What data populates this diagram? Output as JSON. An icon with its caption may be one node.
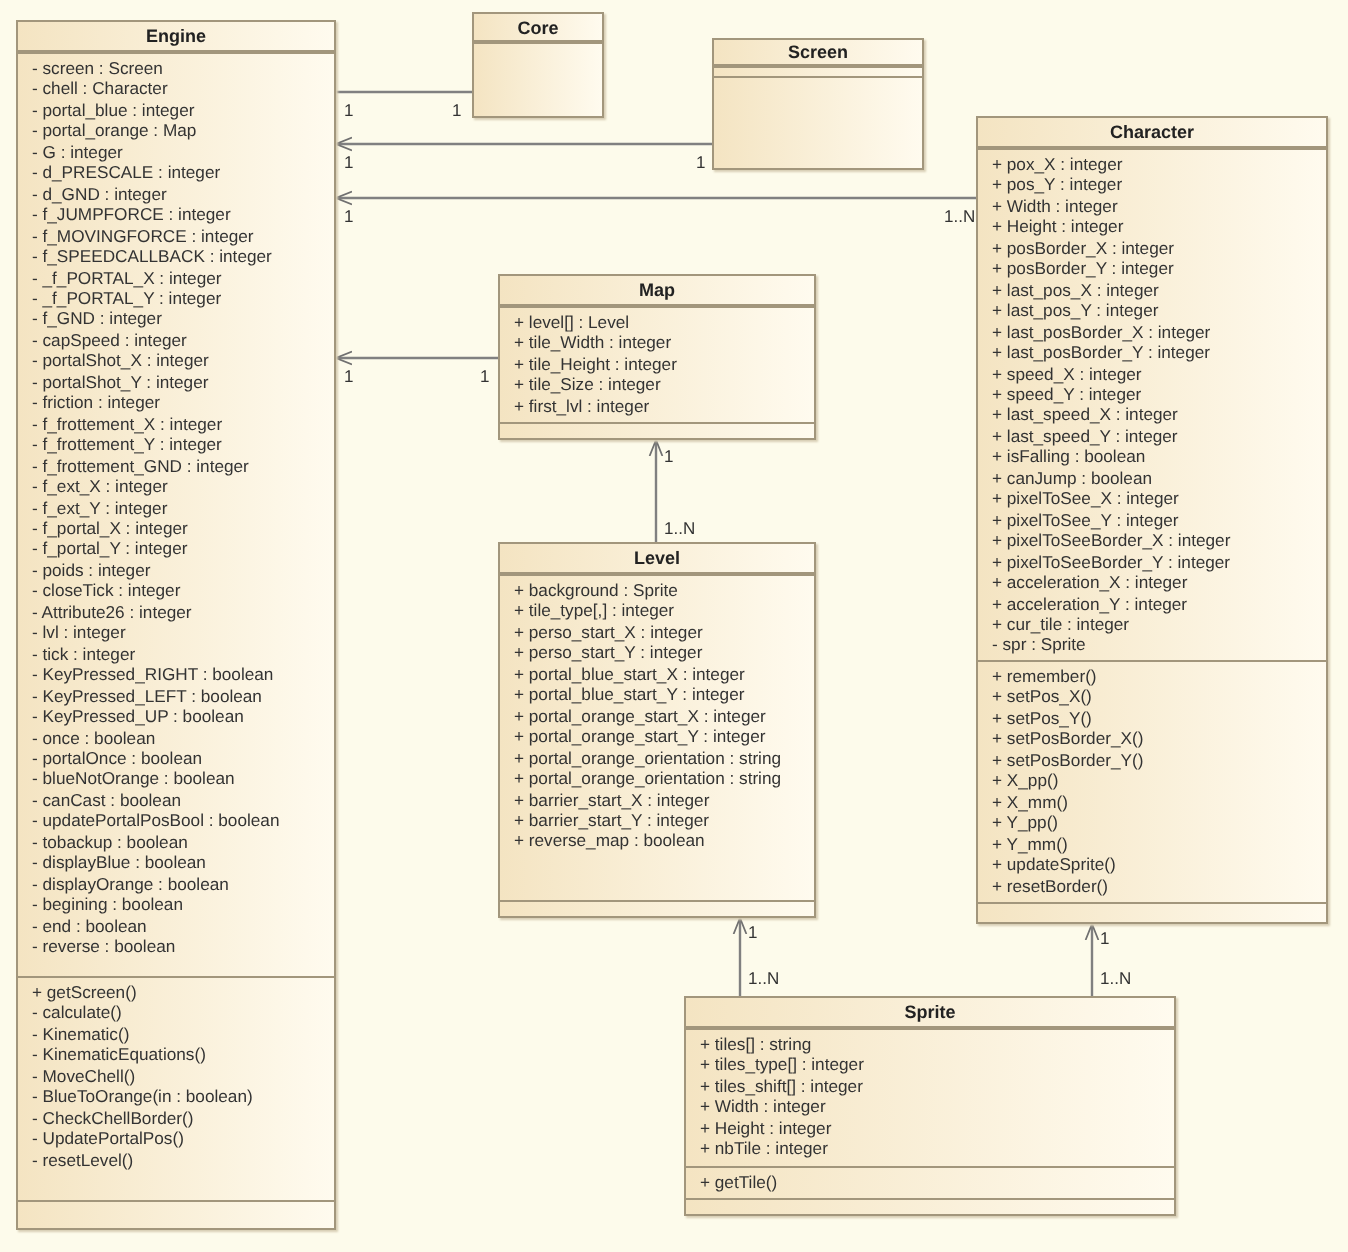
{
  "diagram": {
    "nodes": [
      {
        "text": [
          "Engine"
        ]
      },
      {
        "text": [
          "- screen : Screen",
          "- chell : Character",
          "- portal_blue : integer",
          "- portal_orange : Map",
          "- G : integer",
          "- d_PRESCALE : integer",
          "- d_GND : integer",
          "- f_JUMPFORCE : integer",
          "- f_MOVINGFORCE : integer",
          "- f_SPEEDCALLBACK : integer",
          "- _f_PORTAL_X : integer",
          "- _f_PORTAL_Y : integer",
          "- f_GND : integer",
          "- capSpeed : integer",
          "- portalShot_X : integer",
          "- portalShot_Y : integer",
          "- friction : integer",
          "- f_frottement_X : integer",
          "- f_frottement_Y : integer",
          "- f_frottement_GND : integer",
          "- f_ext_X : integer",
          "- f_ext_Y : integer",
          "- f_portal_X : integer",
          "- f_portal_Y : integer",
          "- poids : integer",
          "- closeTick : integer",
          "- Attribute26 : integer",
          "- lvl : integer",
          "- tick : integer",
          "- KeyPressed_RIGHT : boolean",
          "- KeyPressed_LEFT : boolean",
          "- KeyPressed_UP : boolean",
          "- once : boolean",
          "- portalOnce : boolean",
          "- blueNotOrange : boolean",
          "- canCast : boolean",
          "- updatePortalPosBool : boolean",
          "- tobackup : boolean",
          "- displayBlue : boolean",
          "- displayOrange : boolean",
          "- begining : boolean",
          "- end : boolean",
          "- reverse : boolean"
        ],
        "in": 0
      },
      {
        "text": [
          "+ getScreen()",
          "- calculate()",
          "- Kinematic()",
          "- KinematicEquations()",
          "- MoveChell()",
          "- BlueToOrange(in : boolean)",
          "- CheckChellBorder()",
          "- UpdatePortalPos()",
          "- resetLevel()"
        ],
        "in": 0
      },
      {
        "text": [],
        "shape": "box",
        "in": 0
      },
      {
        "text": [
          "Core"
        ]
      },
      {
        "text": [],
        "shape": "box",
        "in": 4
      },
      {
        "text": [
          "Screen"
        ]
      },
      {
        "text": [],
        "shape": "box",
        "in": 6
      },
      {
        "text": [],
        "shape": "box",
        "in": 6
      },
      {
        "text": [
          "Character"
        ]
      },
      {
        "text": [
          "+ pox_X : integer",
          "+ pos_Y : integer",
          "+ Width : integer",
          "+ Height : integer",
          "+ posBorder_X : integer",
          "+ posBorder_Y : integer",
          "+ last_pos_X : integer",
          "+ last_pos_Y : integer",
          "+ last_posBorder_X : integer",
          "+ last_posBorder_Y : integer",
          "+ speed_X : integer",
          "+ speed_Y : integer",
          "+ last_speed_X : integer",
          "+ last_speed_Y : integer",
          "+ isFalling : boolean",
          "+ canJump : boolean",
          "+ pixelToSee_X : integer",
          "+ pixelToSee_Y : integer",
          "+ pixelToSeeBorder_X : integer",
          "+ pixelToSeeBorder_Y : integer",
          "+ acceleration_X : integer",
          "+ acceleration_Y : integer",
          "+ cur_tile : integer",
          "- spr : Sprite"
        ],
        "in": 9
      },
      {
        "text": [
          "+ remember()",
          "+ setPos_X()",
          "+ setPos_Y()",
          "+ setPosBorder_X()",
          "+ setPosBorder_Y()",
          "+ X_pp()",
          "+ X_mm()",
          "+ Y_pp()",
          "+ Y_mm()",
          "+ updateSprite()",
          "+ resetBorder()"
        ],
        "in": 9
      },
      {
        "text": [],
        "shape": "box",
        "in": 9
      },
      {
        "text": [
          "Map"
        ]
      },
      {
        "text": [
          "+ level[] : Level",
          "+ tile_Width : integer",
          "+ tile_Height : integer",
          "+ tile_Size : integer",
          "+ first_lvl : integer"
        ],
        "in": 13
      },
      {
        "text": [],
        "shape": "box",
        "in": 13
      },
      {
        "text": [
          "Level"
        ]
      },
      {
        "text": [
          "+ background : Sprite",
          "+ tile_type[,] : integer",
          "+ perso_start_X : integer",
          "+ perso_start_Y : integer",
          "+ portal_blue_start_X : integer",
          "+ portal_blue_start_Y : integer",
          "+ portal_orange_start_X : integer",
          "+ portal_orange_start_Y : integer",
          "+ portal_orange_orientation : string",
          "+ portal_orange_orientation : string",
          "+ barrier_start_X : integer",
          "+ barrier_start_Y : integer",
          "+ reverse_map : boolean"
        ],
        "in": 16
      },
      {
        "text": [],
        "shape": "box",
        "in": 16
      },
      {
        "text": [
          "Sprite"
        ]
      },
      {
        "text": [
          "+ tiles[] : string",
          "+ tiles_type[] : integer",
          "+ tiles_shift[] : integer",
          "+ Width : integer",
          "+ Height : integer",
          "+ nbTile : integer"
        ],
        "in": 19
      },
      {
        "text": [
          "+ getTile()"
        ],
        "in": 19
      },
      {
        "text": [],
        "shape": "box",
        "in": 19
      }
    ],
    "edges": [
      {
        "from": 4,
        "to": 0,
        "arrow": "none"
      },
      {
        "from": 6,
        "to": 0,
        "arrow": "to"
      },
      {
        "from": 9,
        "to": 0,
        "arrow": "to"
      },
      {
        "from": 13,
        "to": 0,
        "arrow": "to"
      },
      {
        "from": 16,
        "to": 13,
        "arrow": "to"
      },
      {
        "from": 19,
        "to": 16,
        "arrow": "to"
      },
      {
        "from": 19,
        "to": 9,
        "arrow": "to"
      }
    ],
    "labels": [
      "1",
      "1",
      "1",
      "1",
      "1",
      "1..N",
      "1",
      "1",
      "1",
      "1..N",
      "1",
      "1..N",
      "1",
      "1..N"
    ]
  }
}
